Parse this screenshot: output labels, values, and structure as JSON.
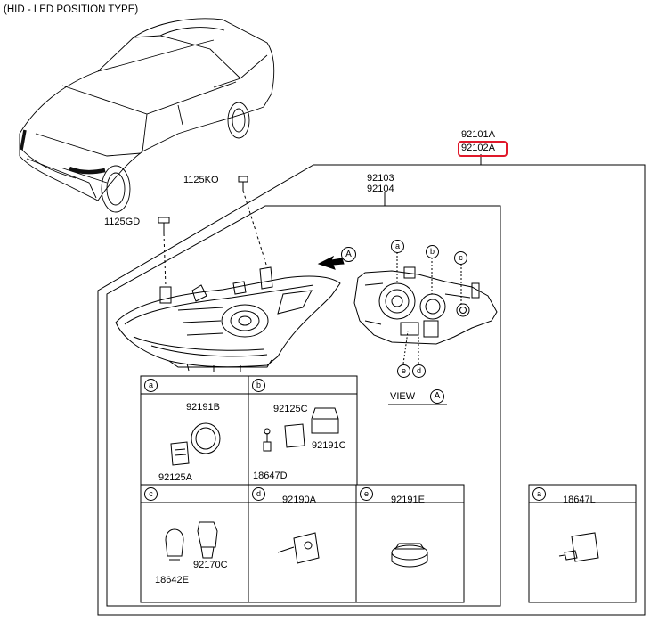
{
  "header": {
    "title": "(HID - LED POSITION TYPE)"
  },
  "parts": {
    "assembly_left": "92101A",
    "assembly_right": "92102A",
    "lamp_left": "92103",
    "lamp_right": "92104",
    "bolt_upper": "1125KO",
    "bolt_lower": "1125GD"
  },
  "view": {
    "label": "VIEW",
    "ref": "A"
  },
  "arrow_ref": "A",
  "callouts": {
    "a": "a",
    "b": "b",
    "c": "c",
    "d": "d",
    "e": "e"
  },
  "boxes": {
    "a": {
      "letter": "a",
      "parts": [
        "92191B",
        "92125A"
      ]
    },
    "b": {
      "letter": "b",
      "parts": [
        "92125C",
        "92191C",
        "18647D"
      ]
    },
    "c": {
      "letter": "c",
      "parts": [
        "18642E",
        "92170C"
      ]
    },
    "d": {
      "letter": "d",
      "parts": [
        "92190A"
      ]
    },
    "e": {
      "letter": "e",
      "parts": [
        "92191E"
      ]
    },
    "a2": {
      "letter": "a",
      "parts": [
        "18647L"
      ]
    }
  },
  "highlight_color": "#e0182a"
}
